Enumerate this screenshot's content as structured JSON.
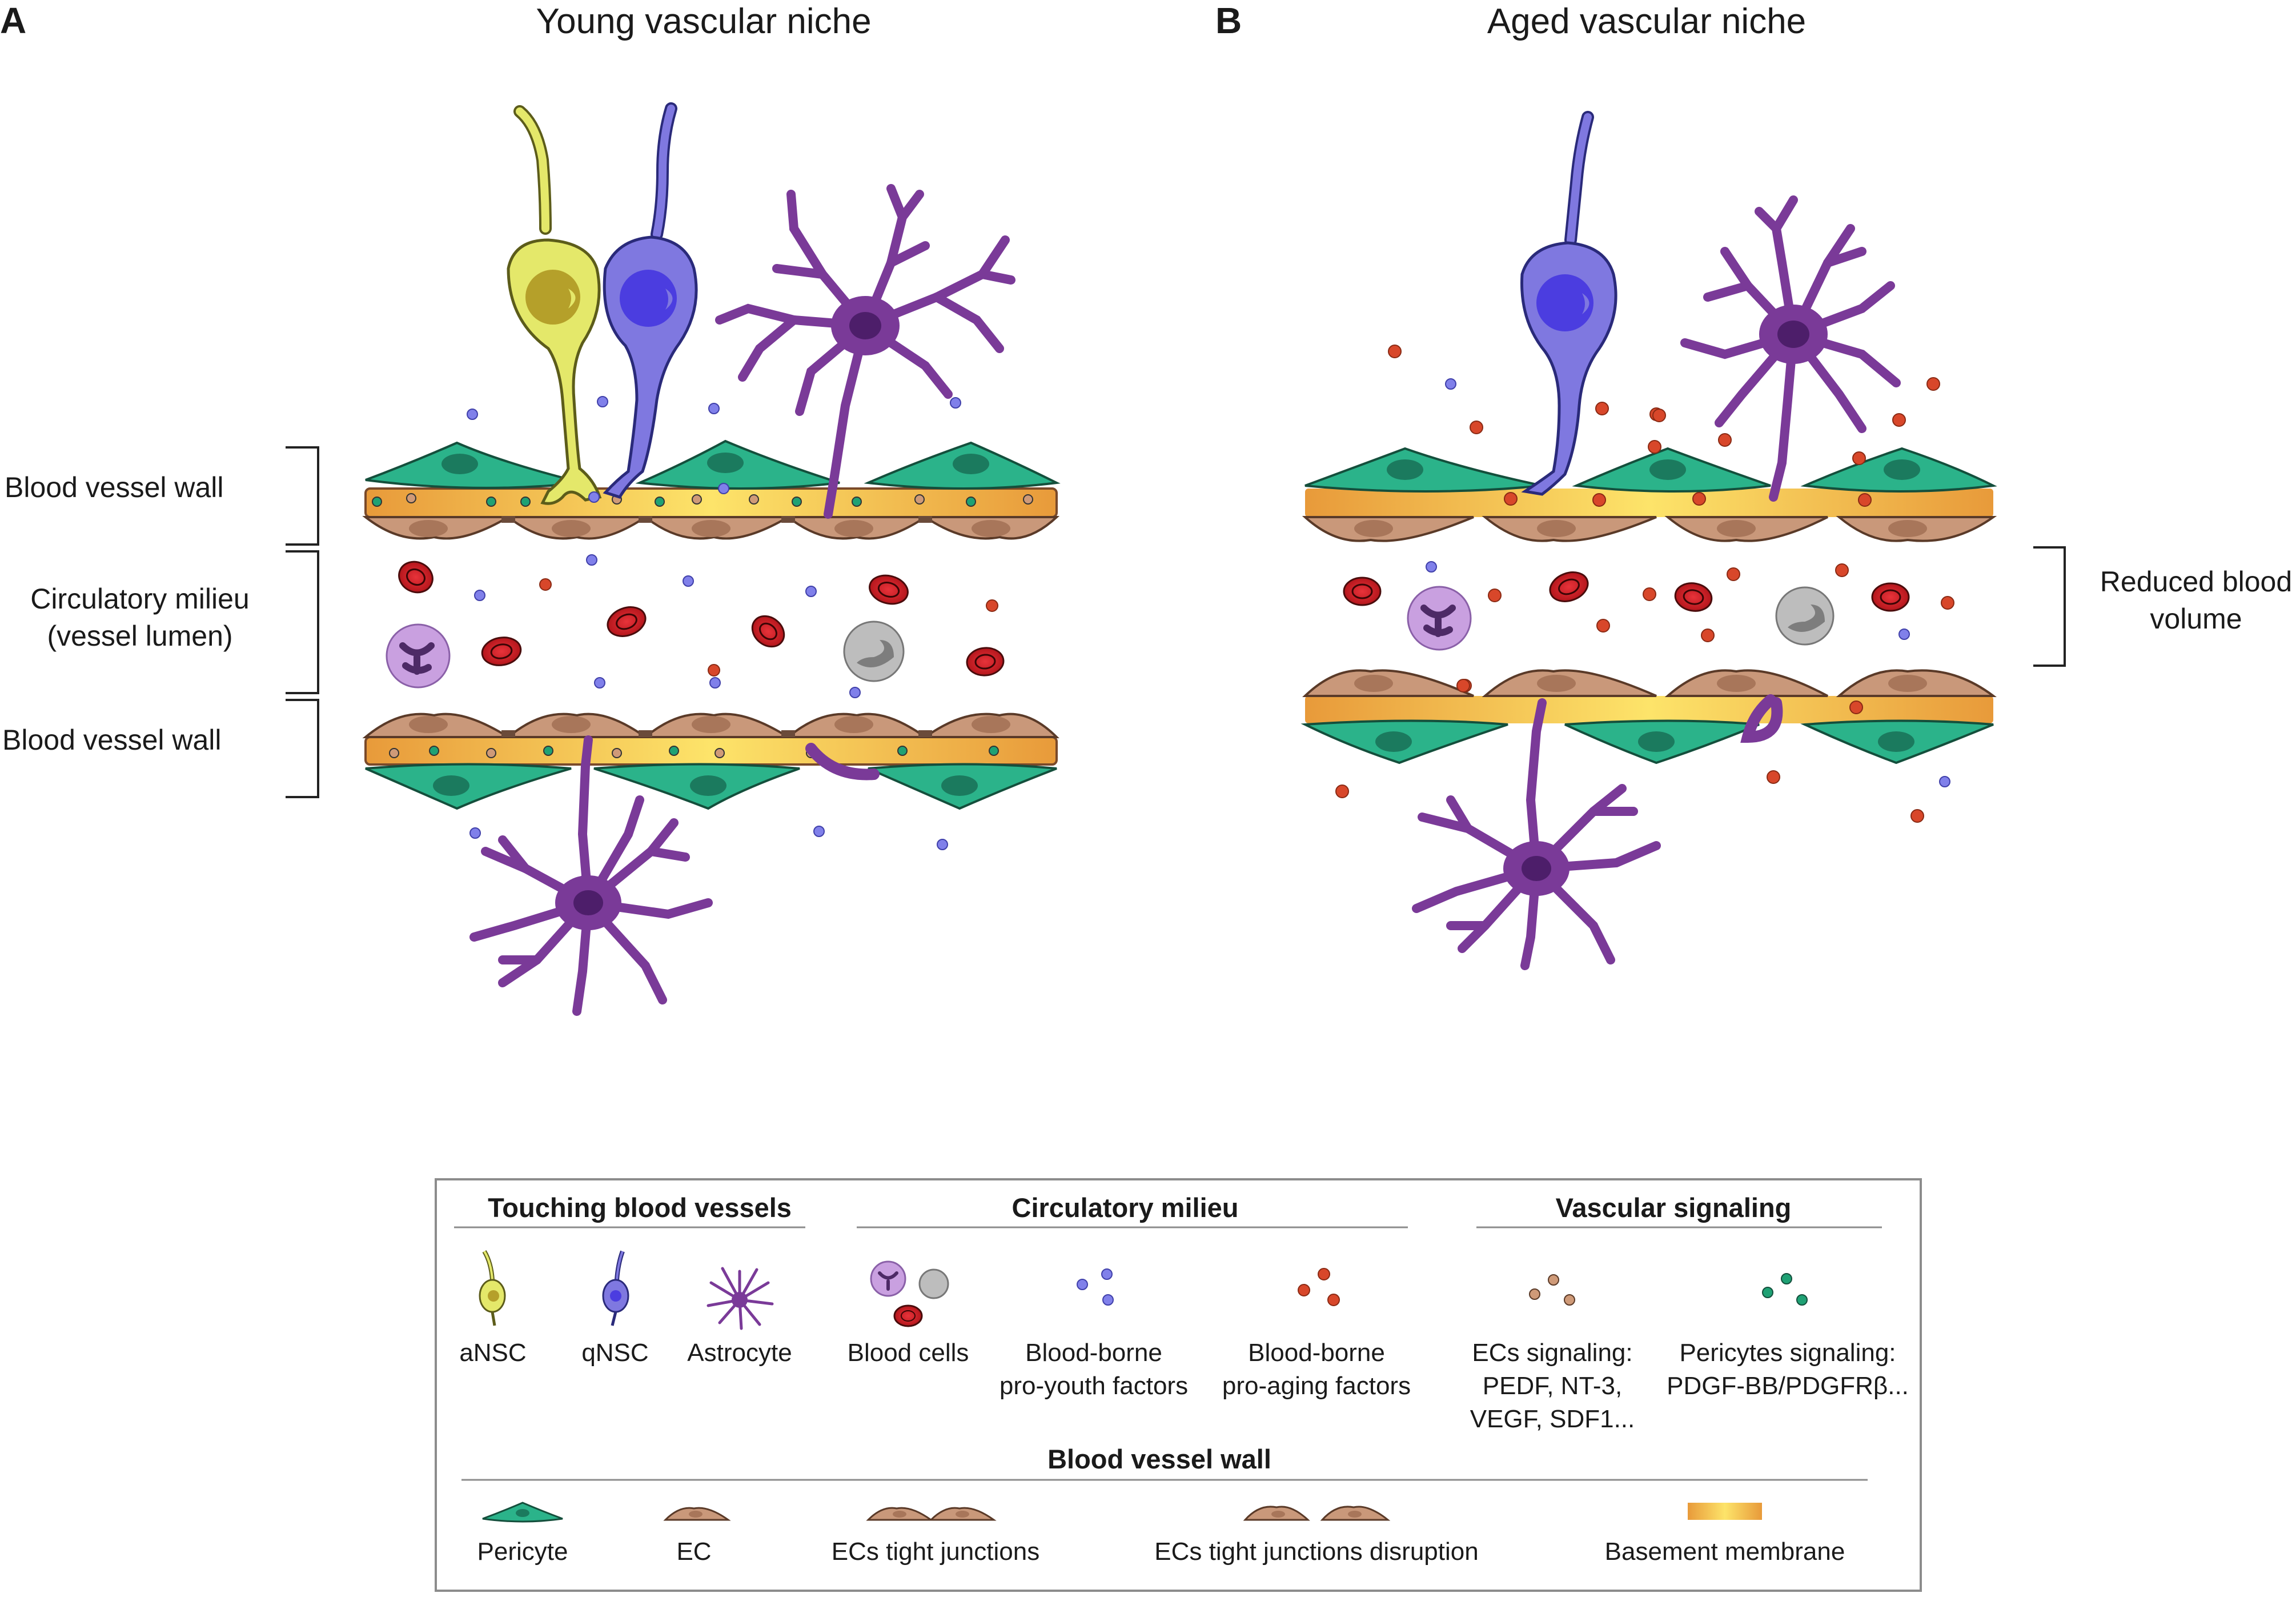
{
  "panels": {
    "a": {
      "letter": "A",
      "title": "Young vascular niche"
    },
    "b": {
      "letter": "B",
      "title": "Aged vascular niche"
    }
  },
  "side_labels": {
    "wall_top": "Blood vessel wall",
    "lumen_1": "Circulatory milieu",
    "lumen_2": "(vessel lumen)",
    "wall_bottom": "Blood vessel wall",
    "reduced_1": "Reduced blood",
    "reduced_2": "volume"
  },
  "legend": {
    "headers": {
      "touching": "Touching blood vessels",
      "milieu": "Circulatory milieu",
      "signaling": "Vascular signaling",
      "wall": "Blood vessel wall"
    },
    "items": {
      "ansc": "aNSC",
      "qnsc": "qNSC",
      "astro": "Astrocyte",
      "blood_cells": "Blood cells",
      "youth_1": "Blood-borne",
      "youth_2": "pro-youth factors",
      "aging_1": "Blood-borne",
      "aging_2": "pro-aging factors",
      "ecsig_1": "ECs signaling:",
      "ecsig_2": "PEDF, NT-3,",
      "ecsig_3": "VEGF, SDF1...",
      "pcsig_1": "Pericytes signaling:",
      "pcsig_2": "PDGF-BB/PDGFRβ...",
      "pericyte": "Pericyte",
      "ec": "EC",
      "tight": "ECs tight junctions",
      "disrupt": "ECs tight junctions disruption",
      "basement": "Basement membrane"
    }
  },
  "colors": {
    "pericyte": "#2bb38a",
    "endothelial": "#c9987a",
    "membrane_edge": "#f0a23b",
    "membrane_center": "#fde46a",
    "astrocyte": "#7a3a98",
    "ansc": "#e4e86a",
    "qnsc": "#7f78e0",
    "rbc": "#d41f26",
    "youth_factor": "#8080ea",
    "aging_factor": "#d8472a",
    "ec_signal": "#cf9a78",
    "pericyte_signal": "#1fa174",
    "leukocyte_purple": "#c9a0e0",
    "leukocyte_grey": "#c0c0c0"
  }
}
